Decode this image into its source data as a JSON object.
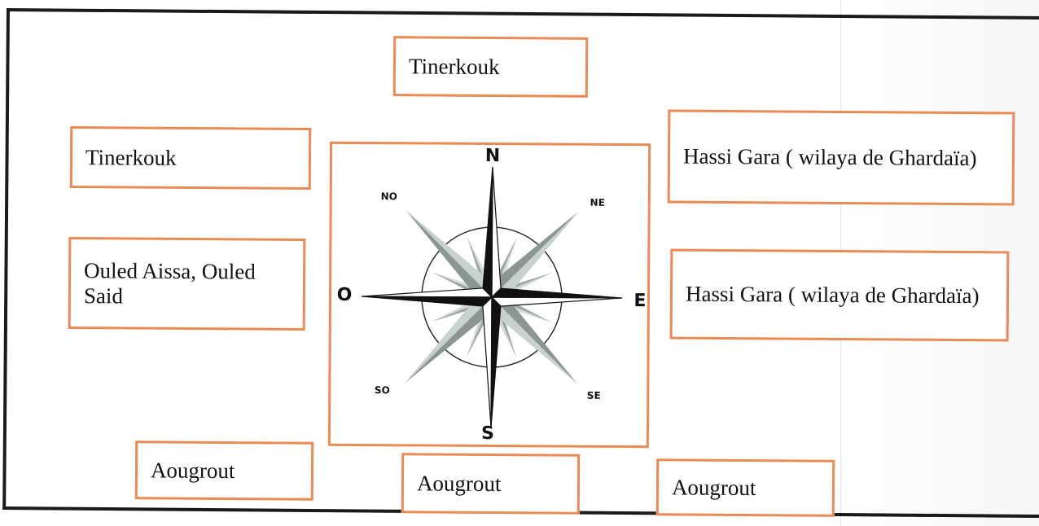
{
  "labels": {
    "north": "Tinerkouk",
    "northwest": "Tinerkouk",
    "northeast": "Hassi Gara ( wilaya de Ghardaïa)",
    "west": "Ouled Aissa, Ouled Said",
    "east": "Hassi Gara ( wilaya de Ghardaïa)",
    "southwest": "Aougrout",
    "south": "Aougrout",
    "southeast": "Aougrout"
  },
  "compass": {
    "n": "N",
    "s": "S",
    "e": "E",
    "o": "O",
    "ne": "NE",
    "no": "NO",
    "se": "SE",
    "so": "SO"
  },
  "colors": {
    "box_border": "#ea8a56",
    "frame": "#1a1a1a",
    "rose_dark": "#111111",
    "rose_gray": "#9aa6a2"
  }
}
